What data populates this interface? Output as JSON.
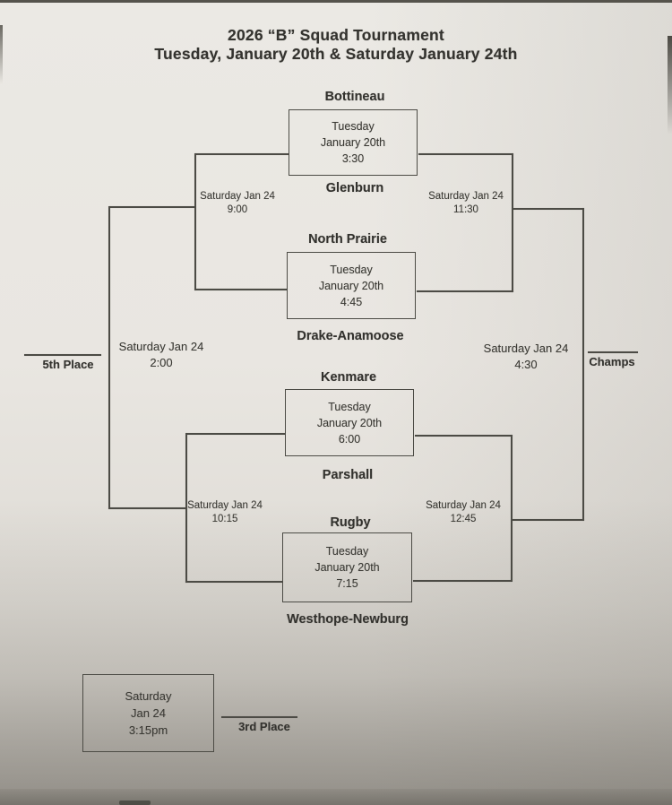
{
  "title": {
    "line1": "2026 “B” Squad Tournament",
    "line2": "Tuesday, January 20th & Saturday January 24th"
  },
  "bracket": {
    "round1": [
      {
        "top_team": "Bottineau",
        "bottom_team": "Glenburn",
        "lines": [
          "Tuesday",
          "January 20th",
          "3:30"
        ]
      },
      {
        "top_team": "North Prairie",
        "bottom_team": "Drake-Anamoose",
        "lines": [
          "Tuesday",
          "January 20th",
          "4:45"
        ]
      },
      {
        "top_team": "Kenmare",
        "bottom_team": "Parshall",
        "lines": [
          "Tuesday",
          "January 20th",
          "6:00"
        ]
      },
      {
        "top_team": "Rugby",
        "bottom_team": "Westhope-Newburg",
        "lines": [
          "Tuesday",
          "January 20th",
          "7:15"
        ]
      }
    ],
    "saturday": {
      "consolation_semi_1": {
        "line1": "Saturday Jan 24",
        "line2": "9:00"
      },
      "semifinal_1": {
        "line1": "Saturday Jan 24",
        "line2": "11:30"
      },
      "fifth_place_game": {
        "line1": "Saturday Jan 24",
        "line2": "2:00"
      },
      "championship": {
        "line1": "Saturday Jan 24",
        "line2": "4:30"
      },
      "consolation_semi_2": {
        "line1": "Saturday Jan 24",
        "line2": "10:15"
      },
      "semifinal_2": {
        "line1": "Saturday Jan 24",
        "line2": "12:45"
      },
      "third_place_game": {
        "lines": [
          "Saturday",
          "Jan 24",
          "3:15pm"
        ]
      }
    },
    "slots": {
      "fifth": "5th Place",
      "champs": "Champs",
      "third": "3rd Place"
    }
  },
  "colors": {
    "paper": "#e9e6e1",
    "ink": "#34332f",
    "line": "#4c4b45",
    "photo_edge": "#55534c"
  }
}
